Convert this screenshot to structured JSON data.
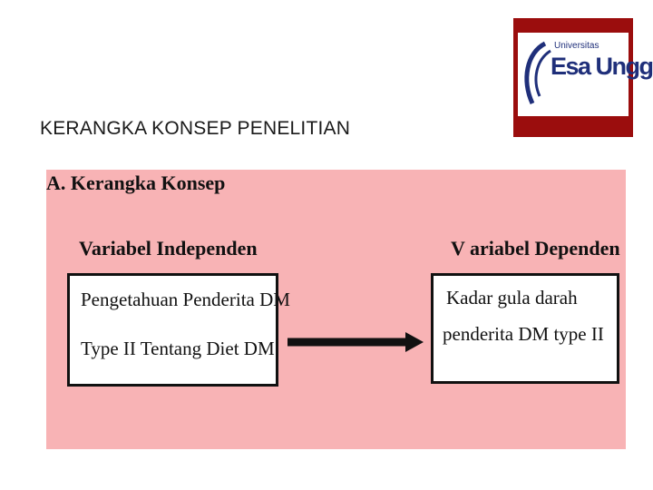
{
  "slide": {
    "title": "KERANGKA KONSEP PENELITIAN"
  },
  "logo": {
    "small_text": "Universitas",
    "main_text": "Esa Unggul",
    "colors": {
      "frame": "#9b0d0d",
      "text": "#1f2f7a"
    }
  },
  "diagram": {
    "heading": "A.  Kerangka Konsep",
    "independent": {
      "heading": "Variabel Independen",
      "lines": [
        "Pengetahuan Penderita DM",
        "Type II  Tentang Diet DM"
      ]
    },
    "dependent": {
      "heading": "V ariabel Dependen",
      "lines": [
        "Kadar gula darah",
        "penderita DM type II"
      ]
    },
    "colors": {
      "panel": "#f8b3b5",
      "box": "#ffffff",
      "border": "#111111"
    }
  }
}
